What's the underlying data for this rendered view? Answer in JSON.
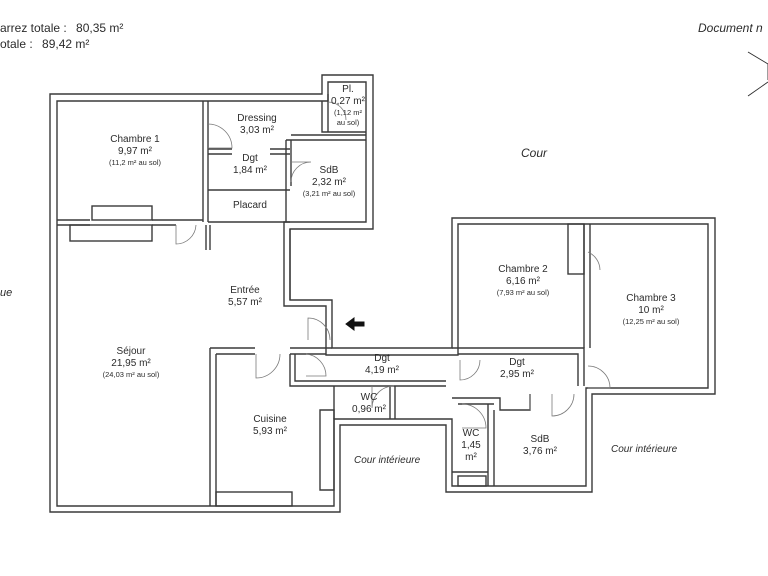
{
  "header": {
    "carrez_label": "arrez totale :",
    "carrez_value": "80,35 m²",
    "total_label": "otale :",
    "total_value": "89,42 m²",
    "document_label": "Document n"
  },
  "rooms": {
    "chambre1": {
      "name": "Chambre 1",
      "area": "9,97 m²",
      "floor": "(11,2 m² au sol)"
    },
    "dressing": {
      "name": "Dressing",
      "area": "3,03 m²"
    },
    "placard_pl": {
      "name": "Pl.",
      "area": "0,27 m²",
      "floor1": "(1,12 m²",
      "floor2": "au sol)"
    },
    "dgt1": {
      "name": "Dgt",
      "area": "1,84 m²"
    },
    "sdb1": {
      "name": "SdB",
      "area": "2,32 m²",
      "floor": "(3,21 m² au sol)"
    },
    "placard": {
      "name": "Placard"
    },
    "entree": {
      "name": "Entrée",
      "area": "5,57 m²"
    },
    "sejour": {
      "name": "Séjour",
      "area": "21,95 m²",
      "floor": "(24,03 m² au sol)"
    },
    "dgt2": {
      "name": "Dgt",
      "area": "4,19 m²"
    },
    "wc1": {
      "name": "WC",
      "area": "0,96 m²"
    },
    "cuisine": {
      "name": "Cuisine",
      "area": "5,93 m²"
    },
    "chambre2": {
      "name": "Chambre 2",
      "area": "6,16 m²",
      "floor": "(7,93 m² au sol)"
    },
    "chambre3": {
      "name": "Chambre 3",
      "area": "10 m²",
      "floor": "(12,25 m² au sol)"
    },
    "dgt3": {
      "name": "Dgt",
      "area": "2,95 m²"
    },
    "wc2": {
      "name": "WC",
      "area1": "1,45",
      "area2": "m²"
    },
    "sdb2": {
      "name": "SdB",
      "area": "3,76 m²"
    }
  },
  "outdoor": {
    "cour": "Cour",
    "cour_interieure_1": "Cour intérieure",
    "cour_interieure_2": "Cour intérieure",
    "left_edge": "ue"
  }
}
